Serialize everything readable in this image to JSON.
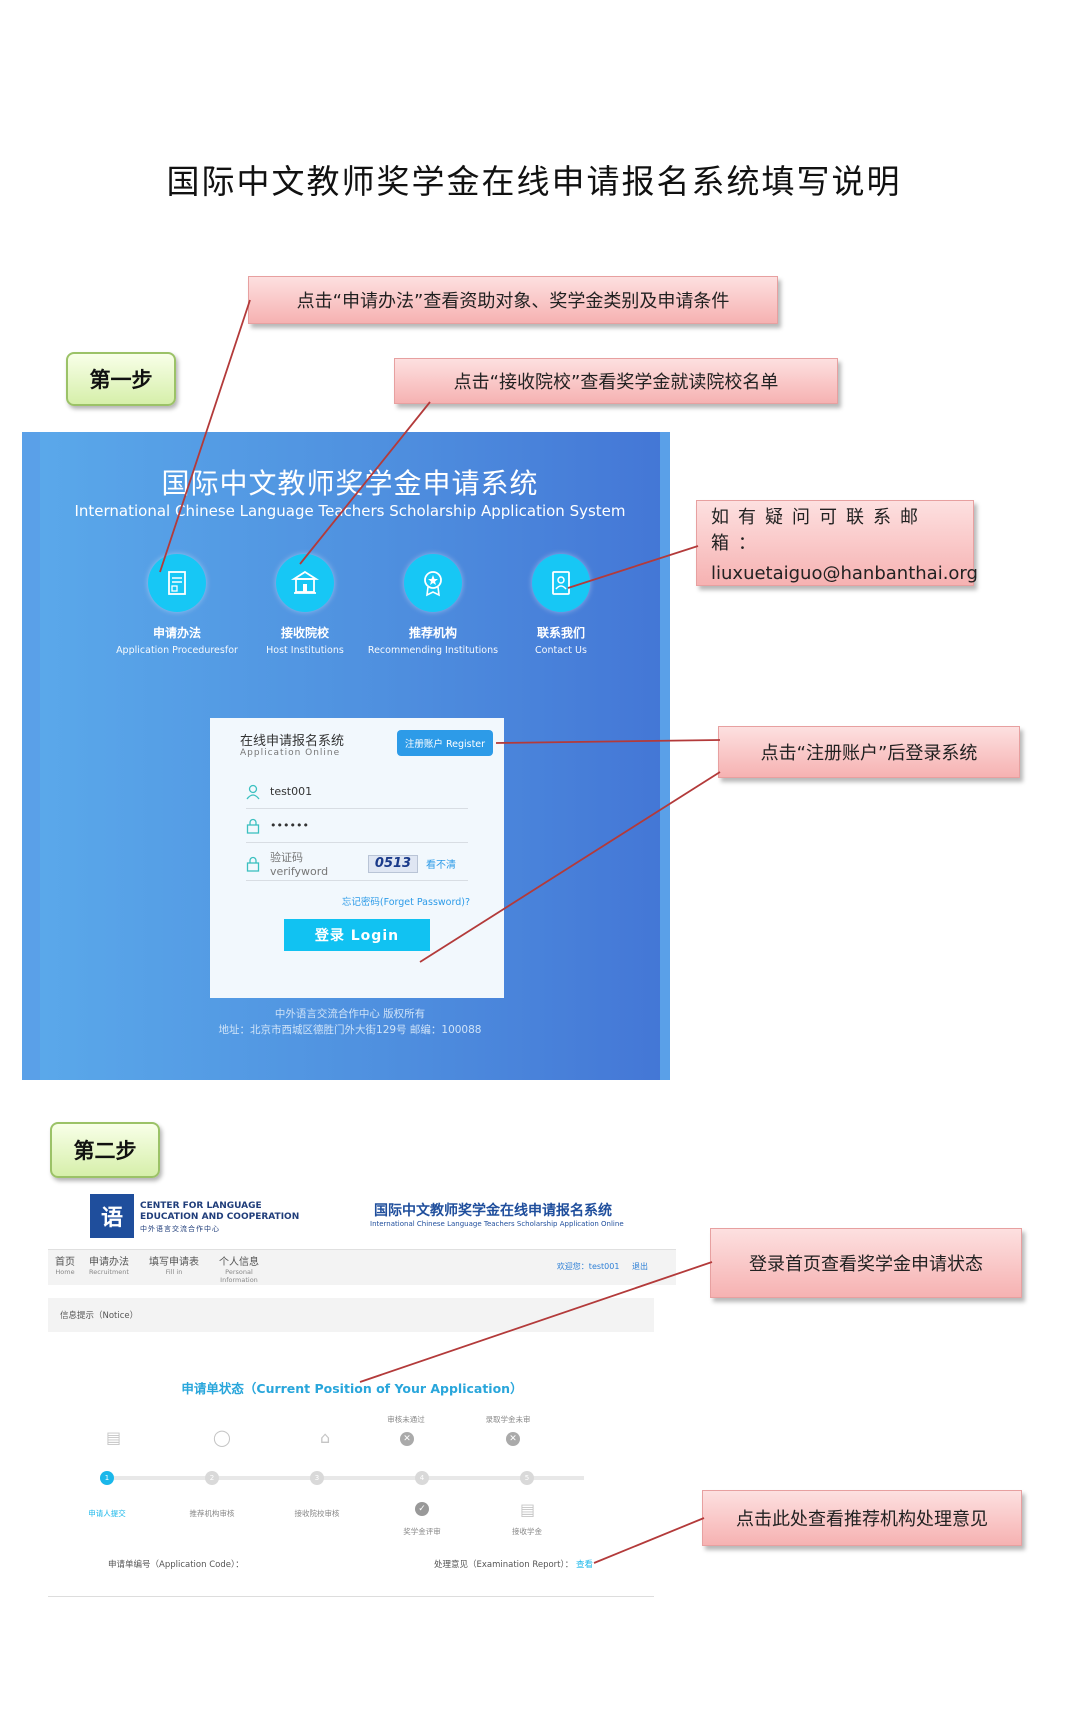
{
  "document": {
    "title": "国际中文教师奖学金在线申请报名系统填写说明"
  },
  "steps": {
    "step1": "第一步",
    "step2": "第二步"
  },
  "callouts": {
    "apply_method": "点击“申请办法”查看资助对象、奖学金类别及申请条件",
    "host_institutions": "点击“接收院校”查看奖学金就读院校名单",
    "contact_line1": "如有疑问可联系邮箱：",
    "contact_email": "liuxuetaiguo@hanbanthai.org",
    "register": "点击“注册账户”后登录系统",
    "home_status": "登录首页查看奖学金申请状态",
    "review_opinion": "点击此处查看推荐机构处理意见"
  },
  "login_page": {
    "title": "国际中文教师奖学金申请系统",
    "subtitle": "International Chinese Language Teachers Scholarship Application System",
    "menu": [
      {
        "label": "申请办法",
        "en": "Application Proceduresfor",
        "icon": "document-icon"
      },
      {
        "label": "接收院校",
        "en": "Host Institutions",
        "icon": "school-icon"
      },
      {
        "label": "推荐机构",
        "en": "Recommending Institutions",
        "icon": "award-badge-icon"
      },
      {
        "label": "联系我们",
        "en": "Contact Us",
        "icon": "contact-card-icon"
      }
    ],
    "form": {
      "title": "在线申请报名系统",
      "subtitle": "Application Online",
      "register_button": "注册账户 Register",
      "username_value": "test001",
      "password_value": "••••••",
      "captcha_placeholder": "验证码  verifyword",
      "captcha_code": "0513",
      "captcha_refresh": "看不清",
      "forget_password": "忘记密码(Forget Password)?",
      "login_button": "登录 Login"
    },
    "footer_line1": "中外语言交流合作中心 版权所有",
    "footer_line2": "地址：北京市西城区德胜门外大街129号 邮编：100088"
  },
  "home_page": {
    "org_logo_text": "语",
    "org_name_line1": "CENTER FOR LANGUAGE",
    "org_name_line2": "EDUCATION AND COOPERATION",
    "org_name_cn": "中外语言交流合作中心",
    "system_title": "国际中文教师奖学金在线申请报名系统",
    "system_subtitle": "International Chinese Language Teachers Scholarship Application Online",
    "nav": [
      {
        "cn": "首页",
        "en": "Home"
      },
      {
        "cn": "申请办法",
        "en": "Recruitment"
      },
      {
        "cn": "填写申请表",
        "en": "Fill in"
      },
      {
        "cn": "个人信息",
        "en": "Personal Information"
      }
    ],
    "user_welcome": "欢迎您：test001",
    "logout": "退出",
    "notice": "信息提示（Notice）",
    "status_title": "申请单状态（Current Position of Your Application）",
    "stages": [
      {
        "num": "1",
        "label": "申请人提交"
      },
      {
        "num": "2",
        "label": "推荐机构审核"
      },
      {
        "num": "3",
        "label": "接收院校审核"
      },
      {
        "num": "4",
        "label": "奖学金评审"
      },
      {
        "num": "5",
        "label": "接收学金"
      }
    ],
    "stage_top_labels": [
      "审核未通过",
      "录取学金未审"
    ],
    "application_code_label": "申请单编号（Application Code）：",
    "report_label": "处理意见（Examination Report）：",
    "report_link": "查看"
  }
}
